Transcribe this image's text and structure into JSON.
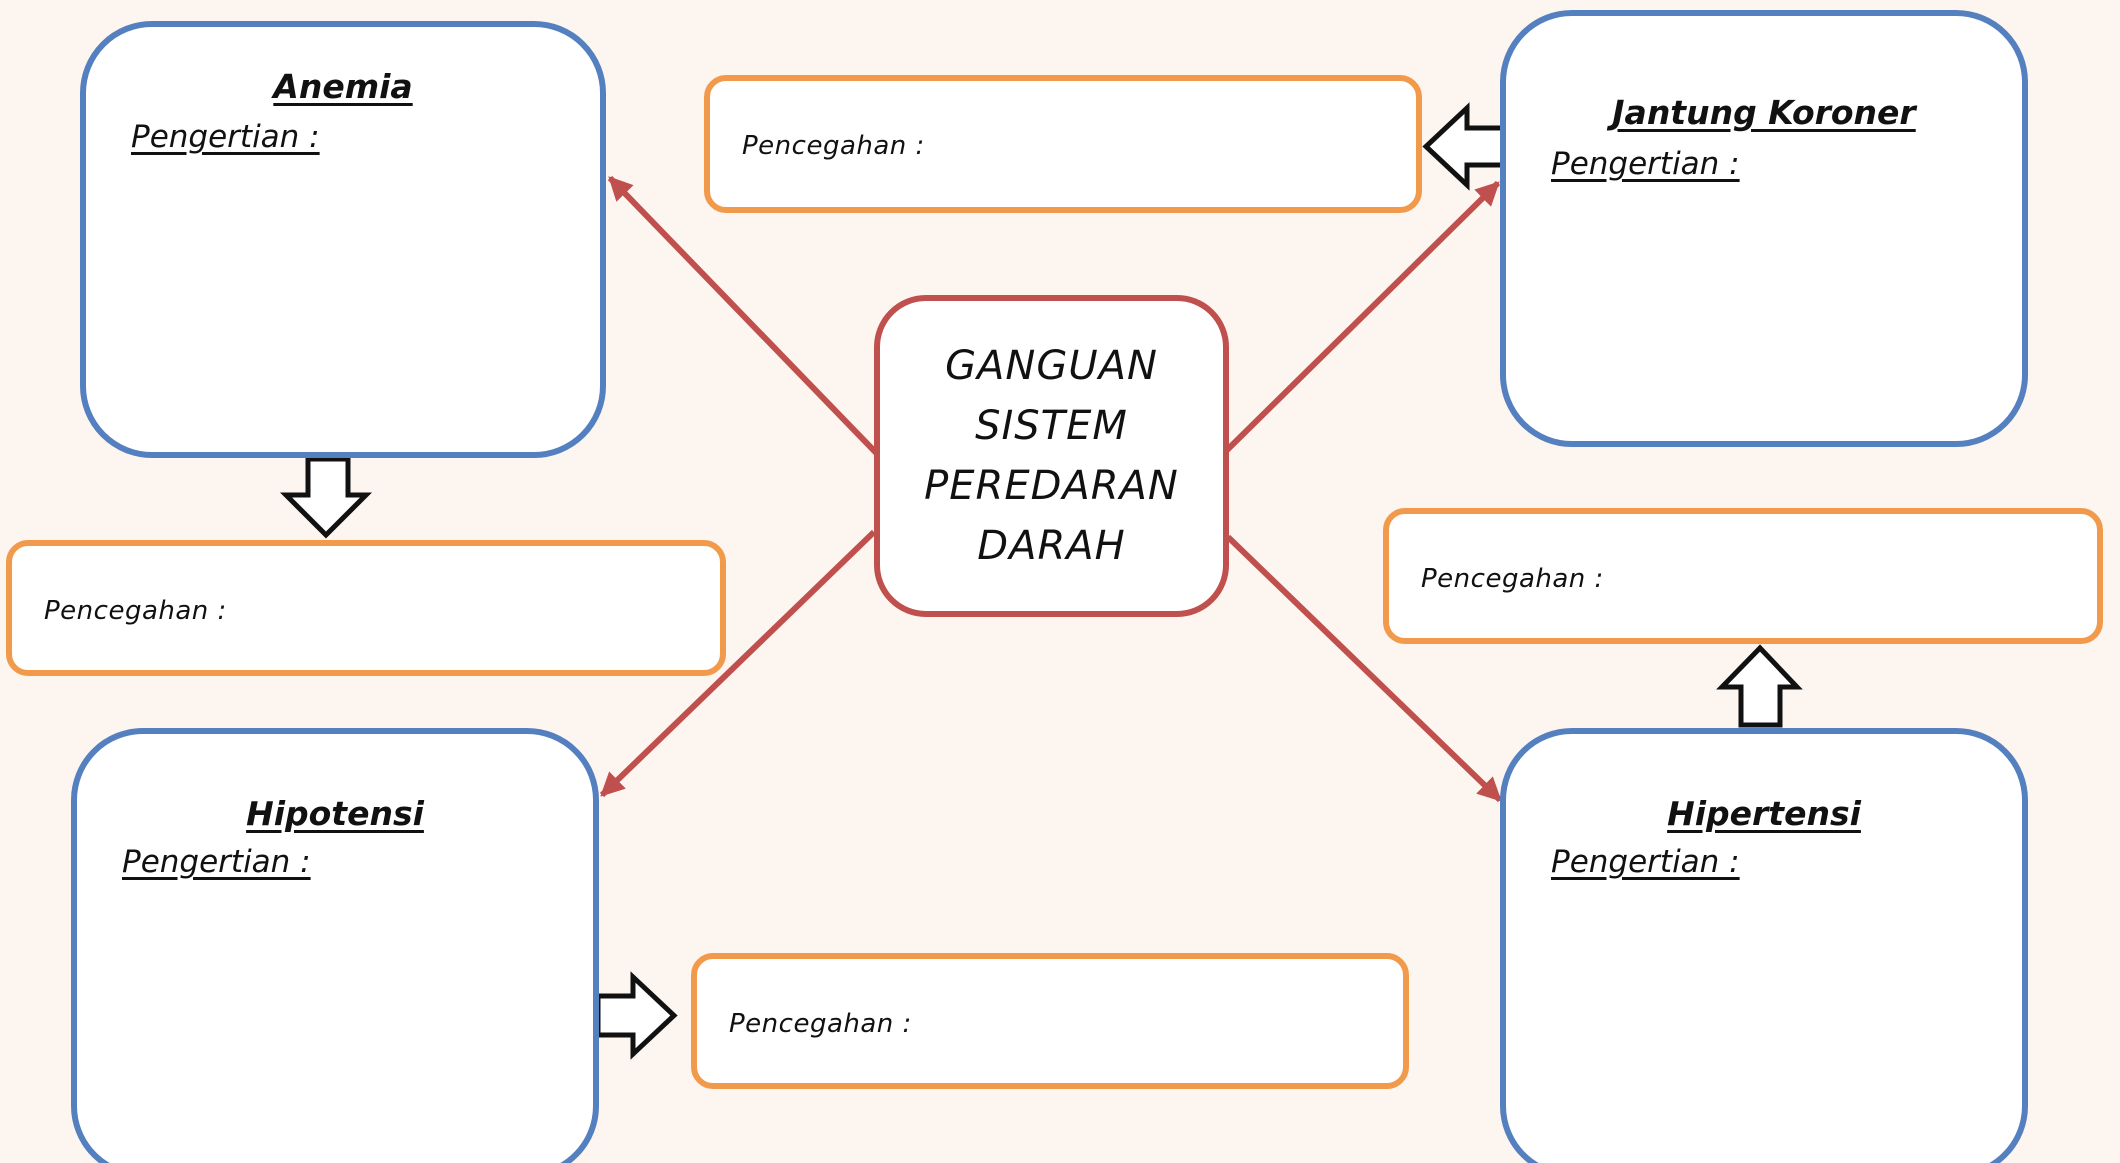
{
  "center": {
    "lines": [
      "GANGUAN",
      "SISTEM",
      "PEREDARAN",
      "DARAH"
    ]
  },
  "diseases": {
    "anemia": {
      "title": "Anemia",
      "label": "Pengertian :"
    },
    "jantung": {
      "title": "Jantung Koroner",
      "label": "Pengertian :"
    },
    "hipotensi": {
      "title": "Hipotensi",
      "label": "Pengertian :"
    },
    "hipertensi": {
      "title": "Hipertensi",
      "label": "Pengertian :"
    }
  },
  "prevention": {
    "top": {
      "label": "Pencegahan :"
    },
    "left": {
      "label": "Pencegahan :"
    },
    "right": {
      "label": "Pencegahan :"
    },
    "bottom": {
      "label": "Pencegahan :"
    }
  },
  "colors": {
    "background": "#fdf5ef",
    "disease_border": "#5480c0",
    "prevention_border": "#f29a4c",
    "center_border": "#c0504d",
    "connector": "#c0504d"
  }
}
